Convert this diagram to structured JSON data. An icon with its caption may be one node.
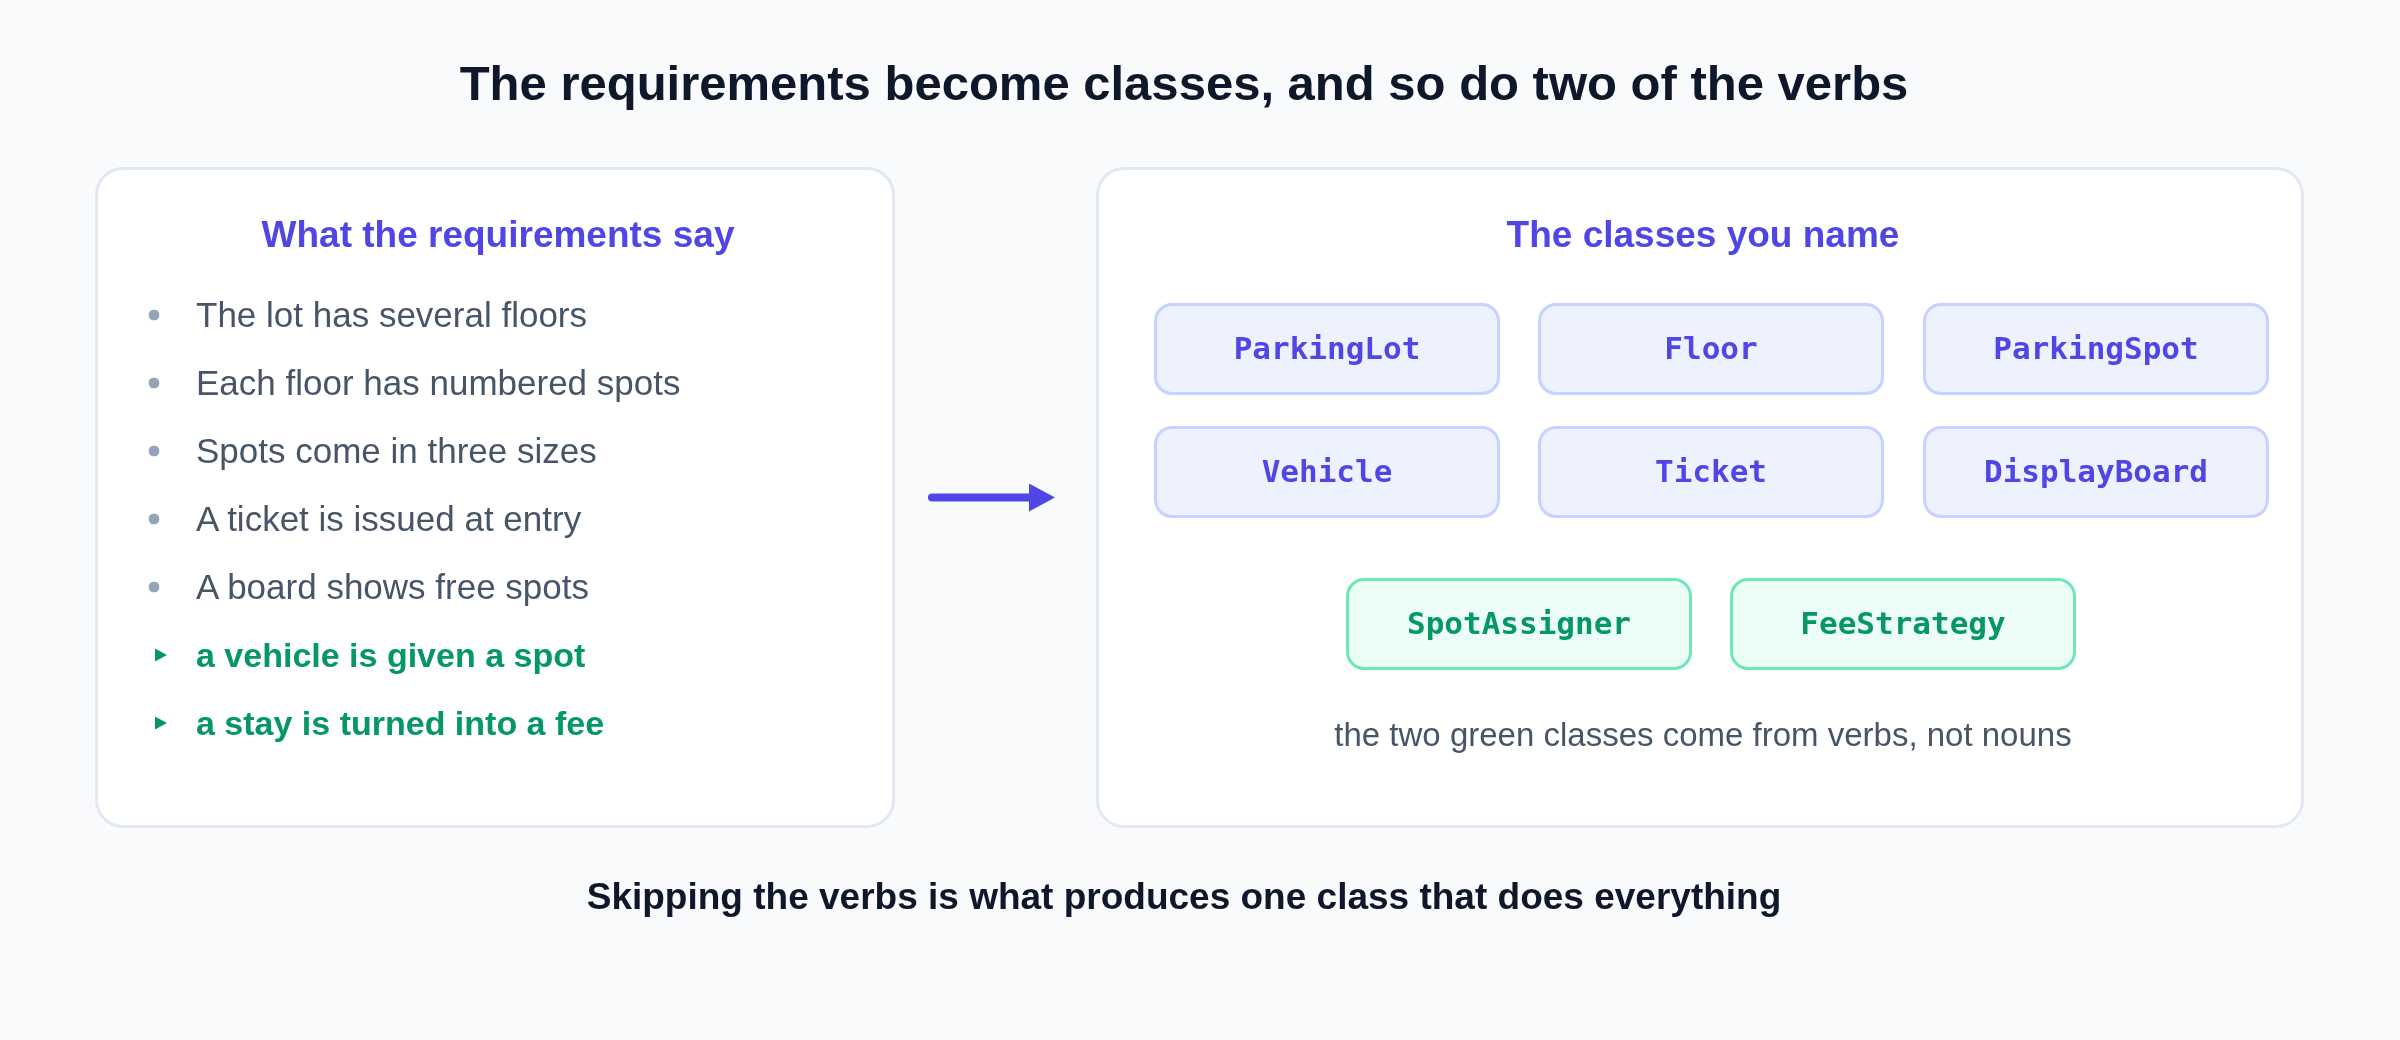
{
  "diagram": {
    "title": "The requirements become classes, and so do two of the verbs",
    "nodes": [
      {
        "text": [
          "What the requirements say",
          "The lot has several floors",
          "Each floor has numbered spots",
          "Spots come in three sizes",
          "A ticket is issued at entry",
          "A board shows free spots",
          "a vehicle is given a spot",
          "a stay is turned into a fee"
        ]
      },
      {
        "text": [
          "The classes you name",
          "the two green classes come from verbs, not nouns"
        ]
      },
      {
        "text": [
          "ParkingLot"
        ],
        "in": 1
      },
      {
        "text": [
          "Floor"
        ],
        "in": 1
      },
      {
        "text": [
          "ParkingSpot"
        ],
        "in": 1
      },
      {
        "text": [
          "Vehicle"
        ],
        "in": 1
      },
      {
        "text": [
          "Ticket"
        ],
        "in": 1
      },
      {
        "text": [
          "DisplayBoard"
        ],
        "in": 1
      },
      {
        "text": [
          "SpotAssigner"
        ],
        "in": 1
      },
      {
        "text": [
          "FeeStrategy"
        ],
        "in": 1
      }
    ],
    "edges": [
      {
        "from": 0,
        "to": 1,
        "arrow": "to"
      }
    ],
    "caption": "Skipping the verbs is what produces one class that does everything"
  }
}
